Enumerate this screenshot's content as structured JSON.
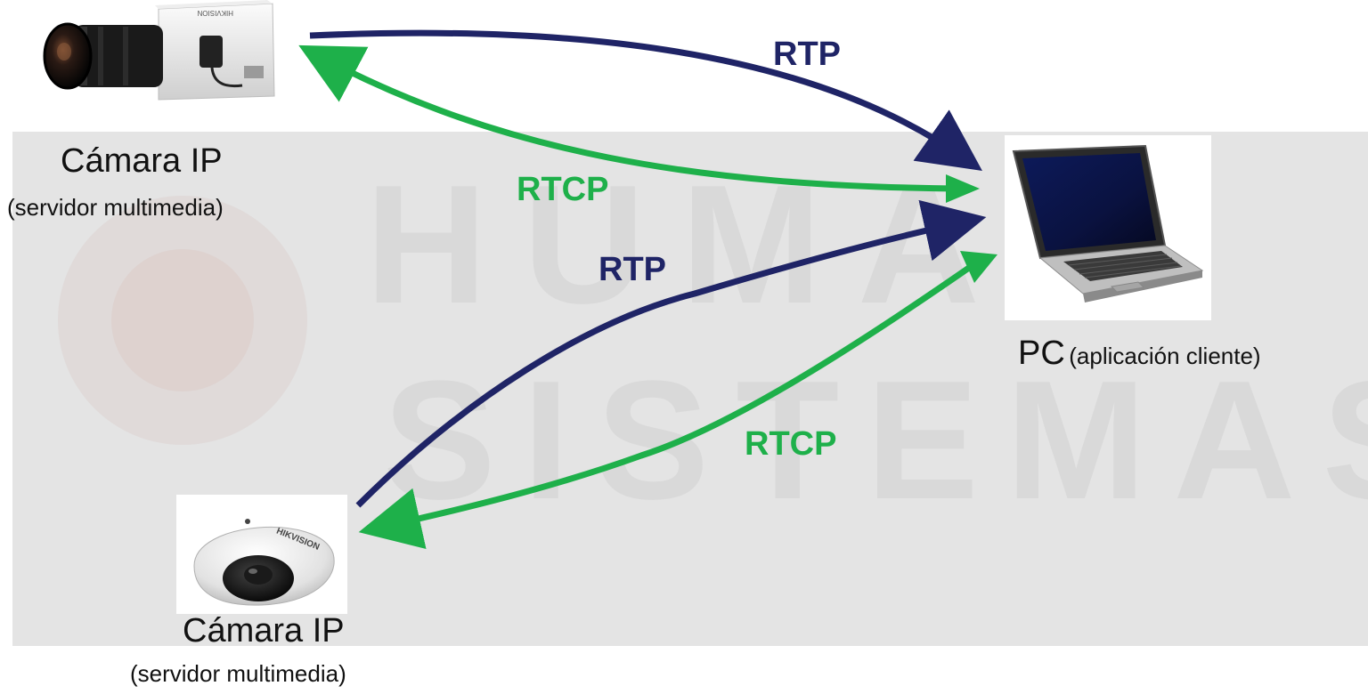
{
  "devices": {
    "camera_top": {
      "title": "Cámara IP",
      "subtitle": "(servidor multimedia)",
      "brand": "HIKVISION"
    },
    "camera_bottom": {
      "title": "Cámara IP",
      "subtitle": "(servidor multimedia)",
      "brand": "HIKVISION"
    },
    "pc": {
      "title": "PC",
      "subtitle": "(aplicación cliente)"
    }
  },
  "flows": {
    "top_rtp": "RTP",
    "top_rtcp": "RTCP",
    "bottom_rtp": "RTP",
    "bottom_rtcp": "RTCP"
  },
  "watermark": {
    "line1": "HUMAX",
    "line2": "SISTEMAS"
  },
  "colors": {
    "rtp": "#1f2466",
    "rtcp": "#1eb04a",
    "panel": "#e4e4e4"
  }
}
